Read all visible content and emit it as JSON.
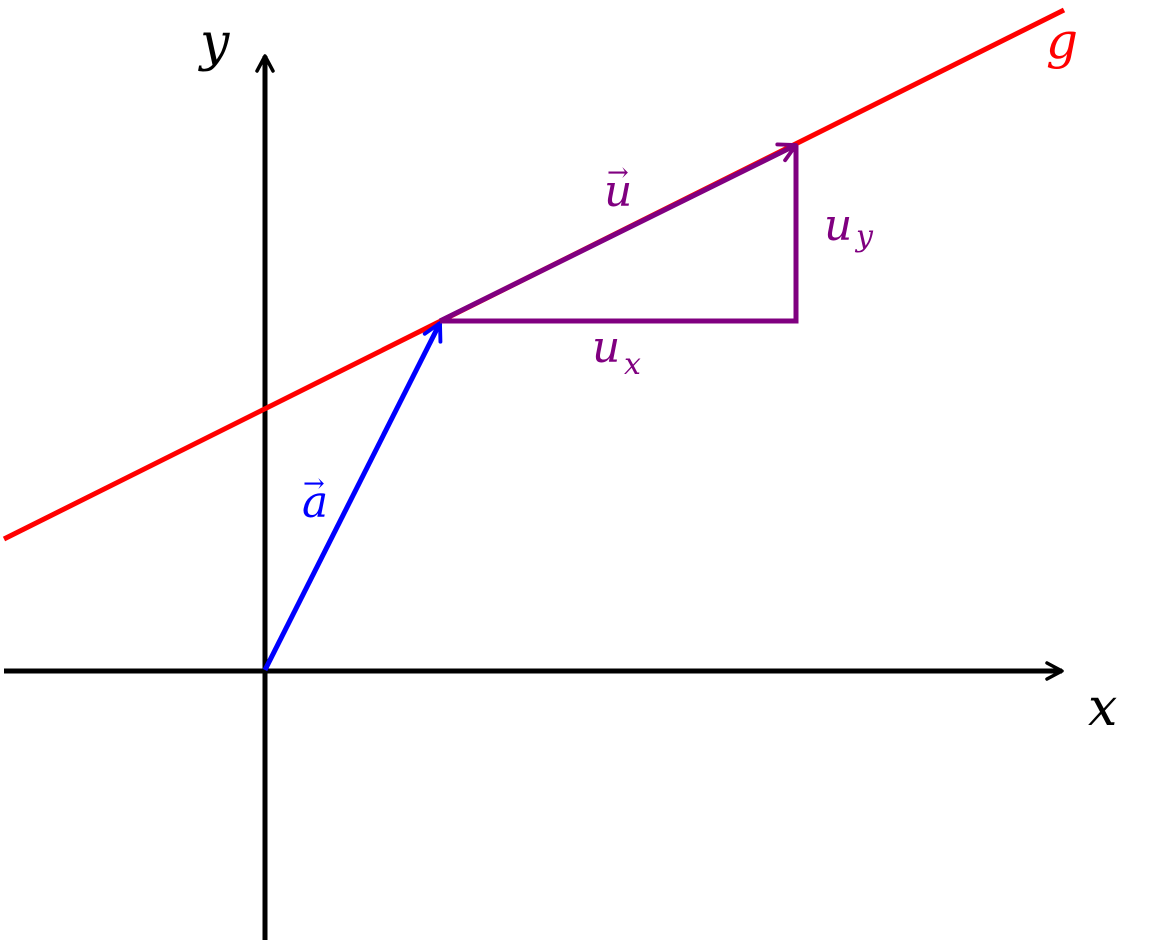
{
  "axes": {
    "x_label": "x",
    "y_label": "y"
  },
  "line_g": {
    "label": "g",
    "color": "#ff0000"
  },
  "vector_a": {
    "label": "a",
    "arrow_symbol": "→",
    "color": "#0000ff"
  },
  "vector_u": {
    "label": "u",
    "arrow_symbol": "→",
    "color": "#800080"
  },
  "component_ux": {
    "base": "u",
    "subscript": "x",
    "color": "#800080"
  },
  "component_uy": {
    "base": "u",
    "subscript": "y",
    "color": "#800080"
  },
  "axis_color": "#000000"
}
